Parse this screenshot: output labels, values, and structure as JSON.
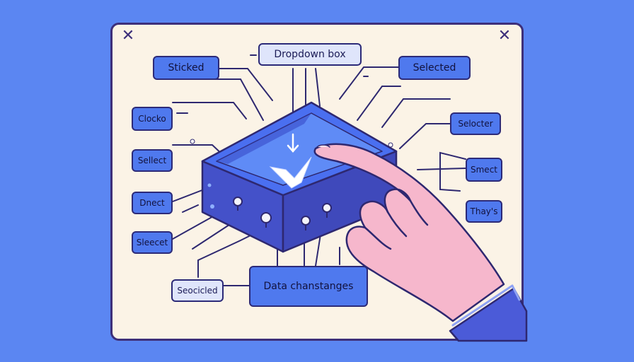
{
  "labels": {
    "dropdown_box": "Dropdown box",
    "sticked": "Sticked",
    "selected": "Selected",
    "clocko": "Clocko",
    "selocter": "Selocter",
    "sellect": "Sellect",
    "smect": "Smect",
    "dnect": "Dnect",
    "thays": "Thay's",
    "sleecet": "Sleecet",
    "seocicled": "Seocicled",
    "data_changes": "Data chanstanges"
  },
  "colors": {
    "background": "#5b86f2",
    "card": "#fbf3e6",
    "outline": "#3d2f7a",
    "label_blue": "#4f79ee",
    "label_pale": "#dfe5fb",
    "box_top": "#4a6ff0",
    "box_side": "#4451c9",
    "hand_skin": "#f6b7cc",
    "sleeve": "#4b5bd8"
  },
  "icons": {
    "close": "x-close-icon",
    "checkmark": "checkmark-icon"
  }
}
